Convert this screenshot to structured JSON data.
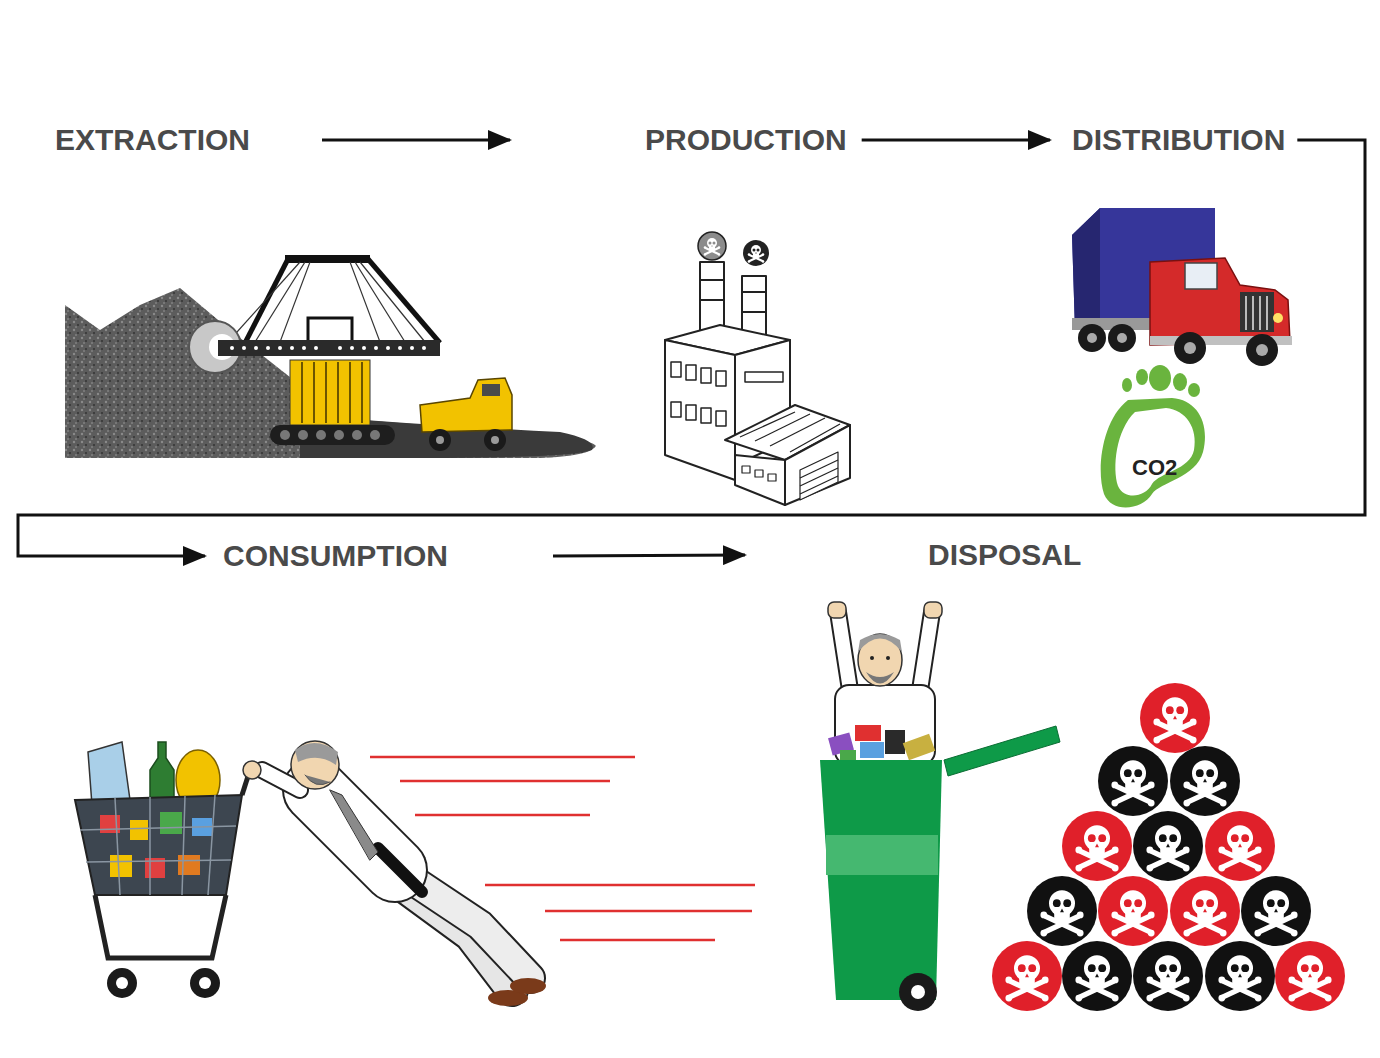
{
  "diagram": {
    "nodes": [
      {
        "text": [
          "EXTRACTION"
        ]
      },
      {
        "text": [
          "PRODUCTION"
        ]
      },
      {
        "text": [
          "DISTRIBUTION"
        ]
      },
      {
        "text": [
          "CONSUMPTION"
        ]
      },
      {
        "text": [
          "DISPOSAL"
        ]
      }
    ],
    "edges": [
      {
        "from": 0,
        "to": 1,
        "arrow": "to"
      },
      {
        "from": 1,
        "to": 2,
        "arrow": "to"
      },
      {
        "from": 2,
        "to": 3,
        "arrow": "to"
      },
      {
        "from": 3,
        "to": 4,
        "arrow": "to"
      }
    ],
    "labels": [
      "CO2"
    ]
  }
}
